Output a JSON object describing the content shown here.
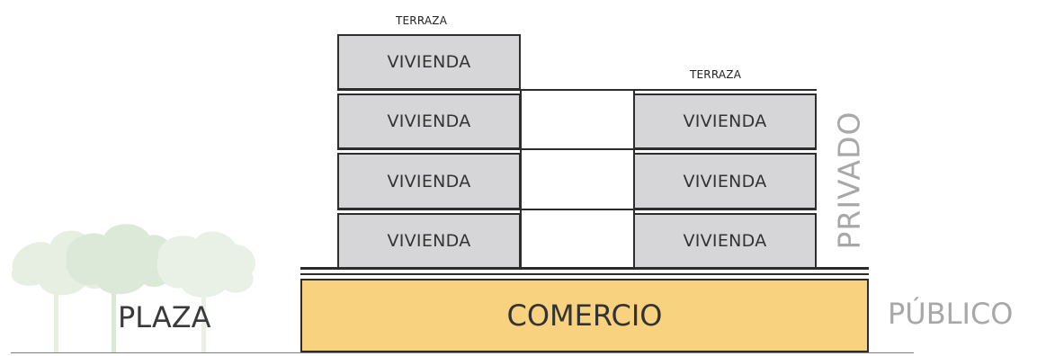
{
  "top_floor": {
    "unit": "VIVIENDA",
    "terrace_label": "TERRAZA"
  },
  "upper_right": {
    "terrace_label": "TERRAZA"
  },
  "floors": [
    {
      "left": "VIVIENDA",
      "right": "VIVIENDA"
    },
    {
      "left": "VIVIENDA",
      "right": "VIVIENDA"
    },
    {
      "left": "VIVIENDA",
      "right": "VIVIENDA"
    }
  ],
  "ground_floor": "COMERCIO",
  "outside_label": "PLAZA",
  "zones": {
    "private": "PRIVADO",
    "public": "PÚBLICO"
  },
  "colors": {
    "dwelling": "#d6d6d8",
    "commerce": "#f9d27f",
    "trees": "#e3eee0",
    "zone_text": "#a8a8a8"
  }
}
